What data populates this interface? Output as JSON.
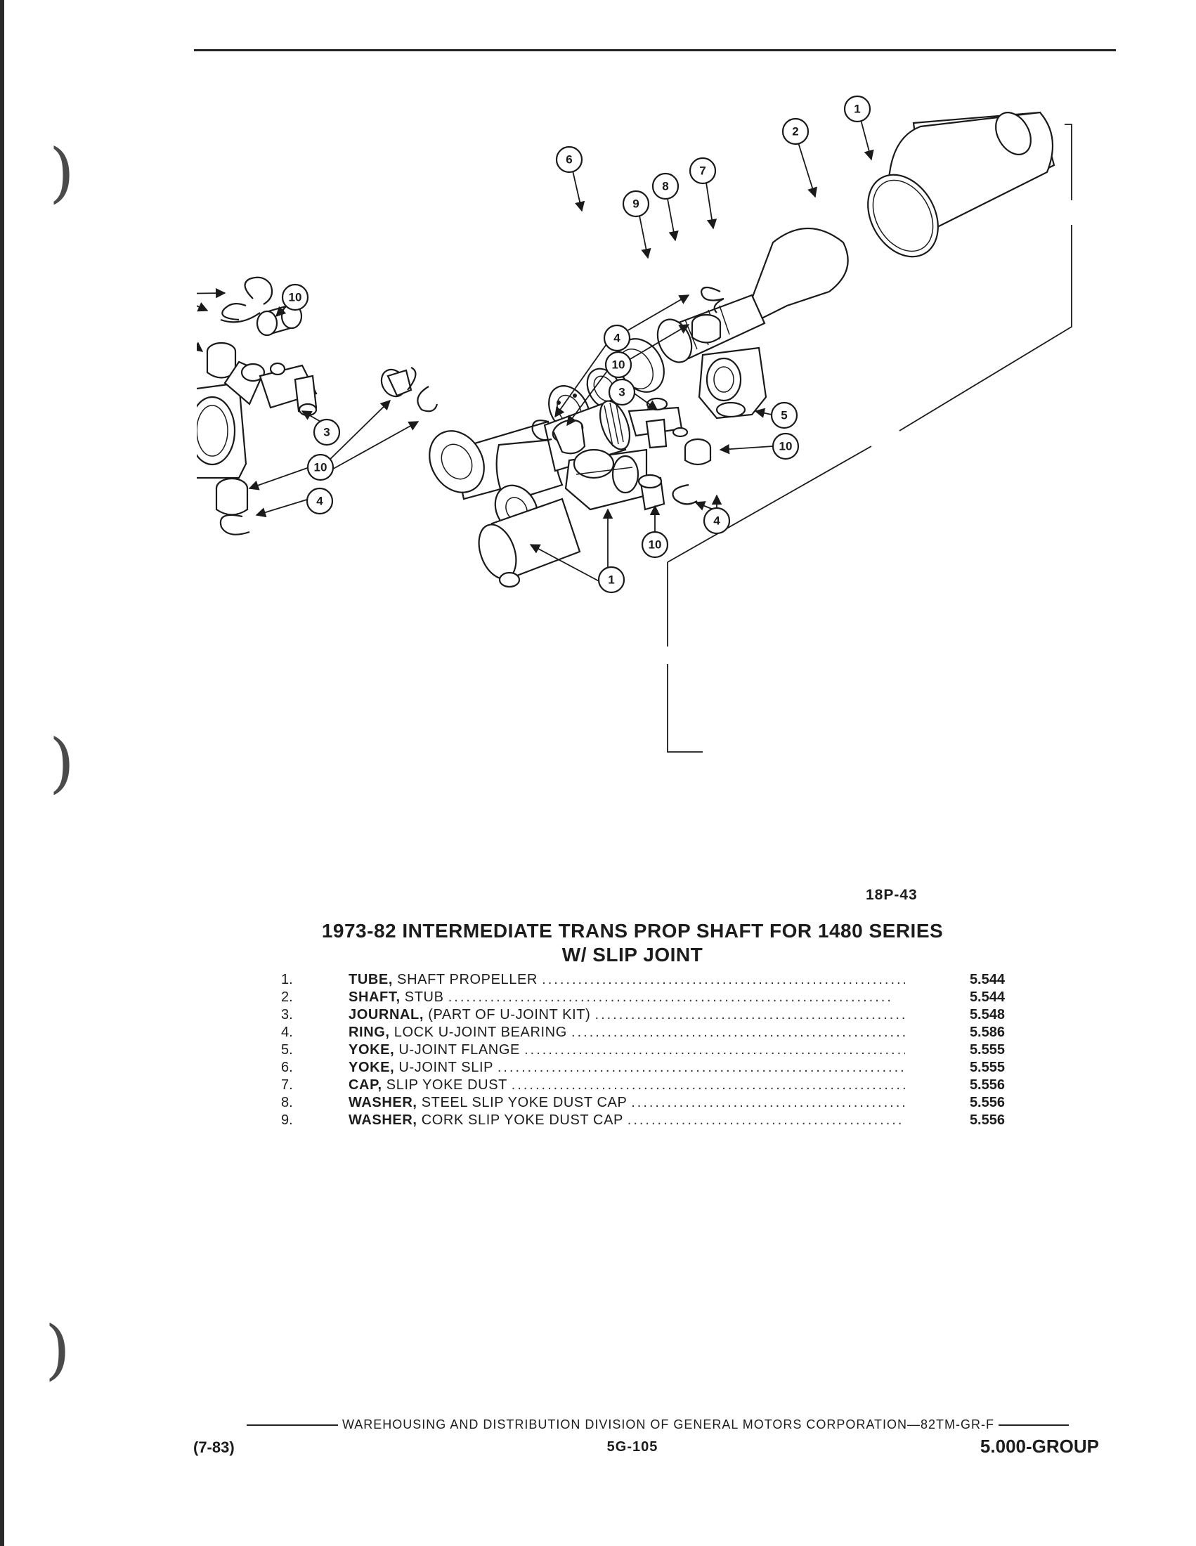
{
  "figure": {
    "code": "18P-43",
    "callouts": [
      "1",
      "2",
      "3",
      "4",
      "5",
      "6",
      "7",
      "8",
      "9",
      "10"
    ]
  },
  "title": {
    "line1": "1973-82 INTERMEDIATE TRANS PROP SHAFT FOR 1480 SERIES",
    "line2": "W/ SLIP JOINT"
  },
  "parts": [
    {
      "num": "1.",
      "name": "TUBE,",
      "desc": "SHAFT PROPELLER",
      "group": "5.544"
    },
    {
      "num": "2.",
      "name": "SHAFT,",
      "desc": "STUB",
      "group": "5.544"
    },
    {
      "num": "3.",
      "name": "JOURNAL,",
      "desc": "(PART OF U-JOINT KIT)",
      "group": "5.548"
    },
    {
      "num": "4.",
      "name": "RING,",
      "desc": "LOCK U-JOINT BEARING",
      "group": "5.586"
    },
    {
      "num": "5.",
      "name": "YOKE,",
      "desc": "U-JOINT FLANGE",
      "group": "5.555"
    },
    {
      "num": "6.",
      "name": "YOKE,",
      "desc": "U-JOINT SLIP",
      "group": "5.555"
    },
    {
      "num": "7.",
      "name": "CAP,",
      "desc": "SLIP YOKE DUST",
      "group": "5.556"
    },
    {
      "num": "8.",
      "name": "WASHER,",
      "desc": "STEEL SLIP YOKE DUST CAP",
      "group": "5.556"
    },
    {
      "num": "9.",
      "name": "WASHER,",
      "desc": "CORK SLIP YOKE DUST CAP",
      "group": "5.556"
    }
  ],
  "footer": {
    "division": "WAREHOUSING AND DISTRIBUTION  DIVISION OF GENERAL MOTORS CORPORATION—82TM-GR-F",
    "date_code": "(7-83)",
    "page": "5G-105",
    "group": "5.000-GROUP"
  }
}
